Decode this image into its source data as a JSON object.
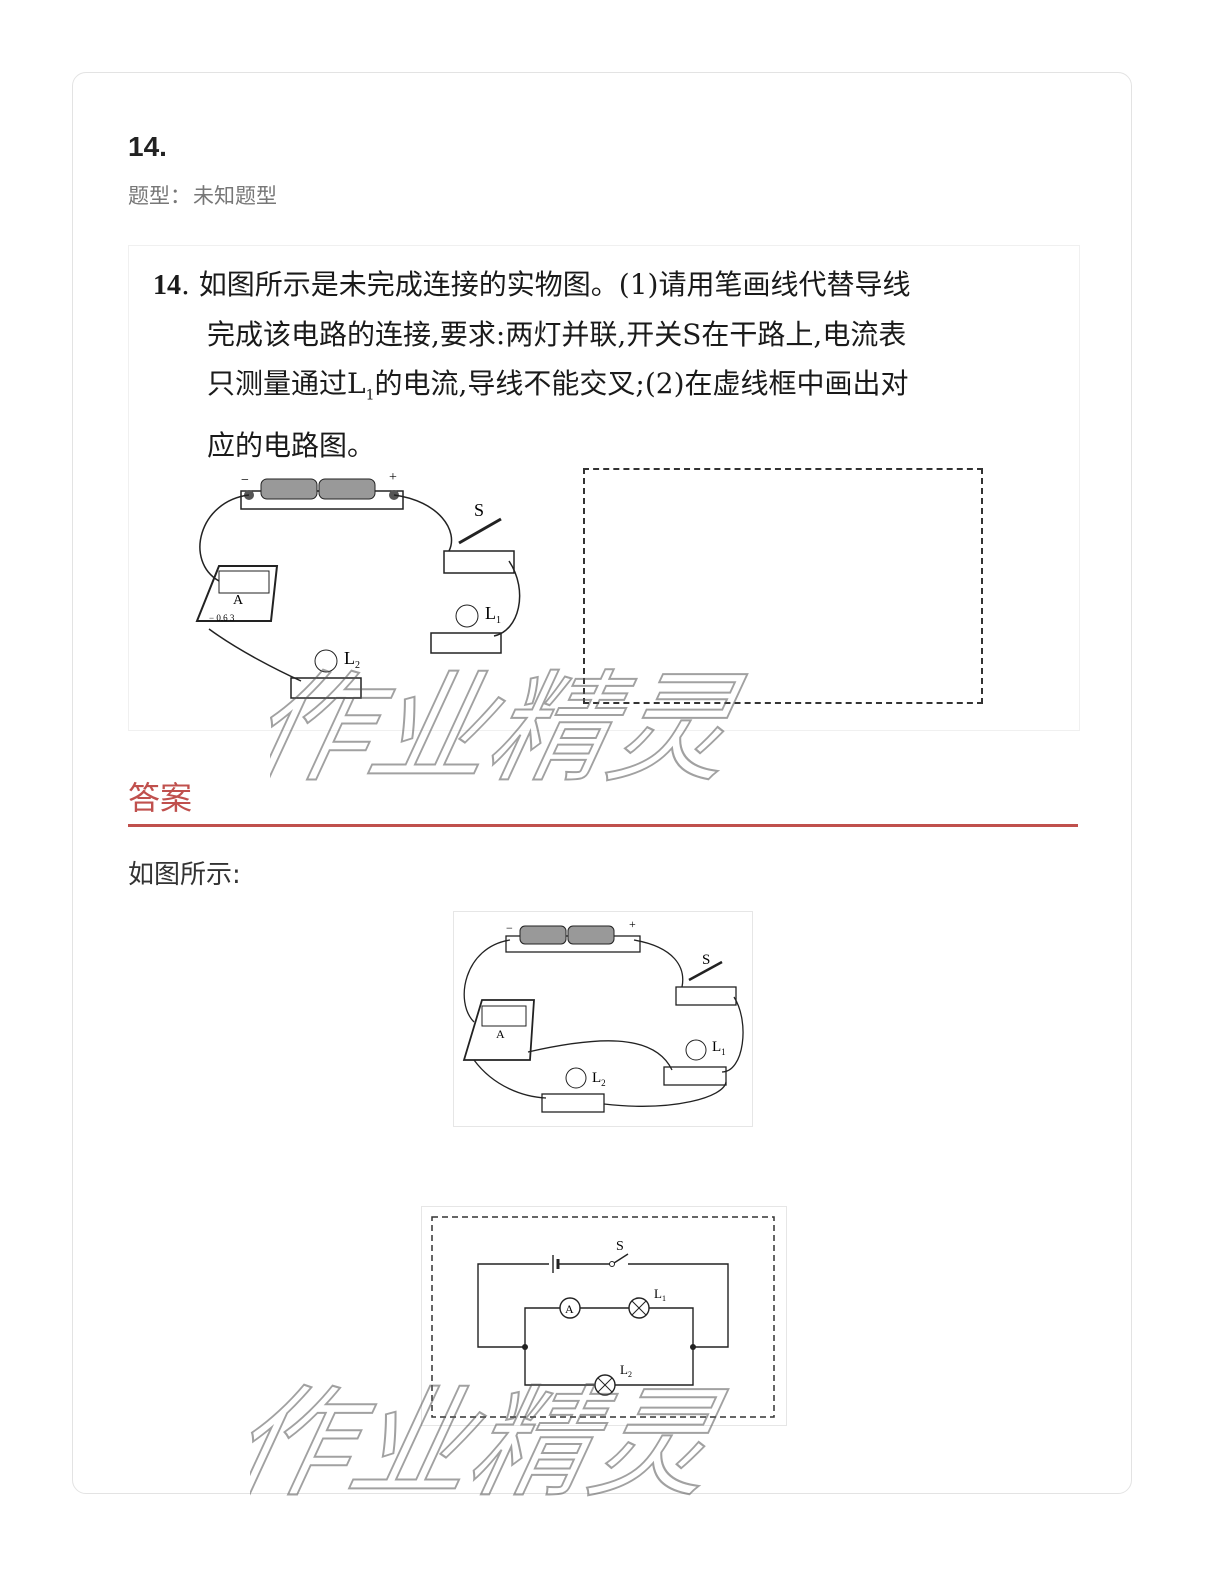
{
  "question": {
    "number": "14.",
    "type_label": "题型：",
    "type_value": "未知题型",
    "no": "14",
    "text_line1": ". 如图所示是未完成连接的实物图。(1)请用笔画线代替导线",
    "text_line2": "完成该电路的连接,要求:两灯并联,开关S在干路上,电流表",
    "text_line3_a": "只测量通过L",
    "text_line3_sub": "1",
    "text_line3_b": "的电流,导线不能交叉;(2)在虚线框中画出对",
    "text_line4": "应的电路图。"
  },
  "figure": {
    "minus": "−",
    "plus": "+",
    "switch": "S",
    "ammeter": "A",
    "scale": "−  0.6  3",
    "lamp1": "L",
    "lamp1_sub": "1",
    "lamp2": "L",
    "lamp2_sub": "2"
  },
  "answer": {
    "title": "答案",
    "text": "如图所示:"
  },
  "watermark": "作业精灵"
}
